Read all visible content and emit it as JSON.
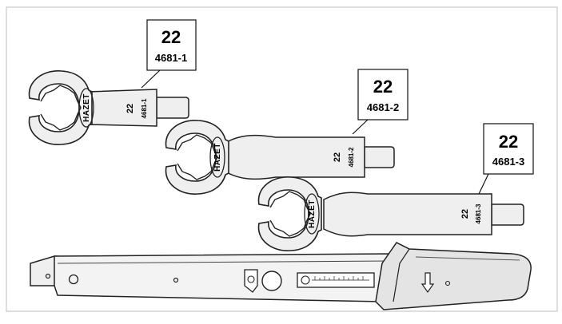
{
  "brand": "HAZET",
  "wrenches": [
    {
      "size": "22",
      "code": "4681-1"
    },
    {
      "size": "22",
      "code": "4681-2"
    },
    {
      "size": "22",
      "code": "4681-3"
    }
  ]
}
